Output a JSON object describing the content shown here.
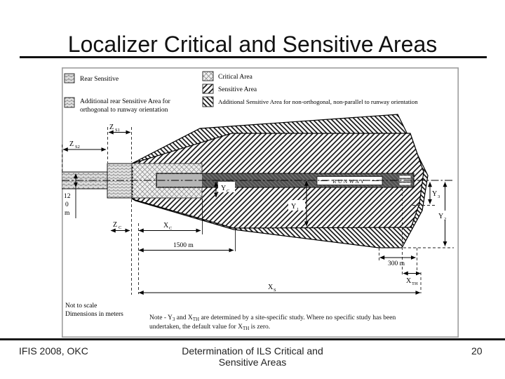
{
  "slide": {
    "title": "Localizer Critical and Sensitive Areas",
    "footer": {
      "left": "IFIS 2008, OKC",
      "center_line1": "Determination of ILS Critical and",
      "center_line2": "Sensitive Areas",
      "page": "20"
    }
  },
  "legend": {
    "rear_sensitive": "Rear Sensitive",
    "additional_rear_line1": "Additional rear Sensitive Area for",
    "additional_rear_line2": "orthogonal to runway orientation",
    "critical": "Critical Area",
    "sensitive": "Sensitive Area",
    "additional_sensitive": "Additional Sensitive Area for non-orthogonal, non-parallel to runway orientation"
  },
  "diagram": {
    "runway_label": "RUNWAY",
    "dims": {
      "zs1_main": "Z",
      "zs1_sub": "S1",
      "zs2_main": "Z",
      "zs2_sub": "S2",
      "zc_main": "Z",
      "zc_sub": "C",
      "xc_main": "X",
      "xc_sub": "C",
      "xs_main": "X",
      "xs_sub": "S",
      "xth_main": "X",
      "xth_sub": "TH",
      "yc_main": "Y",
      "yc_sub": "C",
      "y1_main": "Y",
      "y1_sub": "1",
      "y2_main": "Y",
      "y2_sub": "2",
      "y3_main": "Y",
      "y3_sub": "3",
      "d1500": "1500 m",
      "d300": "300 m",
      "h120_l1": "12",
      "h120_l2": "0",
      "h120_l3": "m"
    },
    "notes": {
      "scale": "Not to scale",
      "units": "Dimensions in meters",
      "note_p1": "Note - Y",
      "note_s1": "3",
      "note_p2": " and X",
      "note_s2": "TH",
      "note_p3": " are determined by a site-specific study. Where no specific study has been undertaken, the default value for X",
      "note_s3": "TH",
      "note_p4": " is zero."
    }
  }
}
